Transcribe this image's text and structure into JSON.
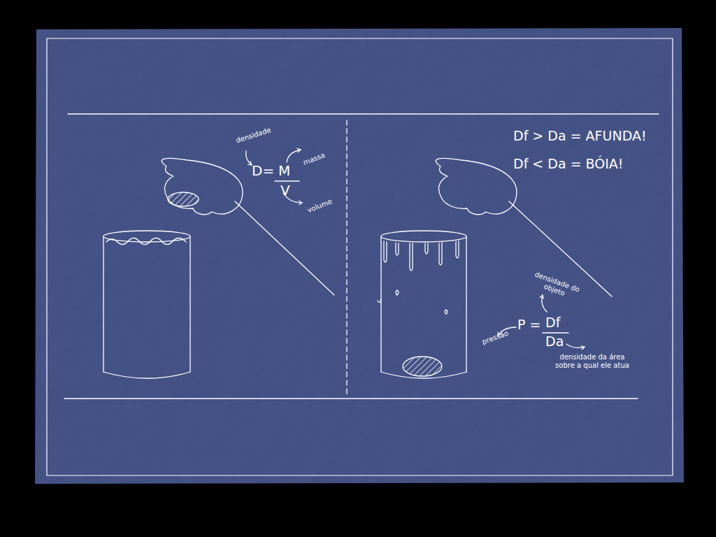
{
  "diagram": {
    "labels": [
      "densidade",
      "massa",
      "D=",
      "M",
      "V",
      "volume",
      "Df > Da = AFUNDA!",
      "Df < Da = BÓIA!",
      "densidade do objeto",
      "pressão",
      "P =",
      "Df",
      "Da",
      "densidade da área sobre a qual ele atua"
    ]
  }
}
